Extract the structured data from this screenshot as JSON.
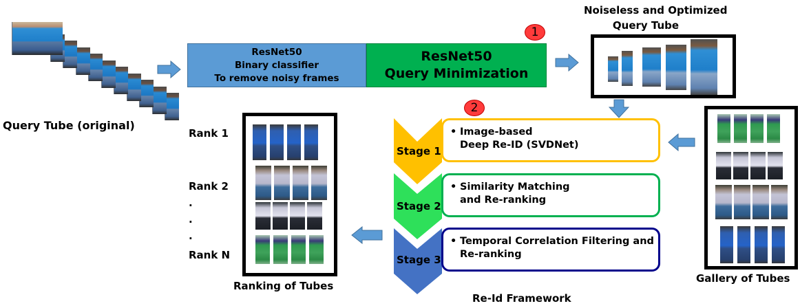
{
  "query_original": {
    "label": "Query Tube (original)",
    "frame_count": 13
  },
  "preprocess": {
    "classifier_box": {
      "lines": [
        "ResNet50",
        "Binary classifier",
        "To remove noisy frames"
      ],
      "color": "#5b9bd5"
    },
    "minimization_box": {
      "lines": [
        "ResNet50",
        "Query Minimization"
      ],
      "color": "#00b050"
    },
    "badge": "1"
  },
  "optimized_query": {
    "title_lines": [
      "Noiseless and Optimized",
      "Query Tube"
    ],
    "frame_count": 5
  },
  "framework": {
    "badge": "2",
    "label": "Re-Id Framework",
    "stages": [
      {
        "name": "Stage 1",
        "color": "#ffc000",
        "border": "#ffc000",
        "lines": [
          "Image-based",
          "Deep Re-ID (SVDNet)"
        ]
      },
      {
        "name": "Stage 2",
        "color": "#2ee05a",
        "border": "#00b050",
        "lines": [
          "Similarity Matching",
          "and Re-ranking"
        ]
      },
      {
        "name": "Stage 3",
        "color": "#4472c4",
        "border": "#00008b",
        "lines": [
          "Temporal Correlation Filtering and",
          "Re-ranking"
        ]
      }
    ]
  },
  "ranking": {
    "label": "Ranking of Tubes",
    "rank_labels": [
      "Rank 1",
      "Rank 2",
      ".",
      ".",
      ".",
      "Rank N"
    ],
    "rows": [
      "blue-shirt person",
      "backpack person",
      "white-shirt person",
      "green-saree person"
    ]
  },
  "gallery": {
    "label": "Gallery of Tubes",
    "rows": [
      "green-saree person",
      "white-shirt person",
      "backpack person",
      "blue-shirt person"
    ]
  },
  "colors": {
    "arrow": "#5b9bd5",
    "badge": "#ff3b3b"
  }
}
